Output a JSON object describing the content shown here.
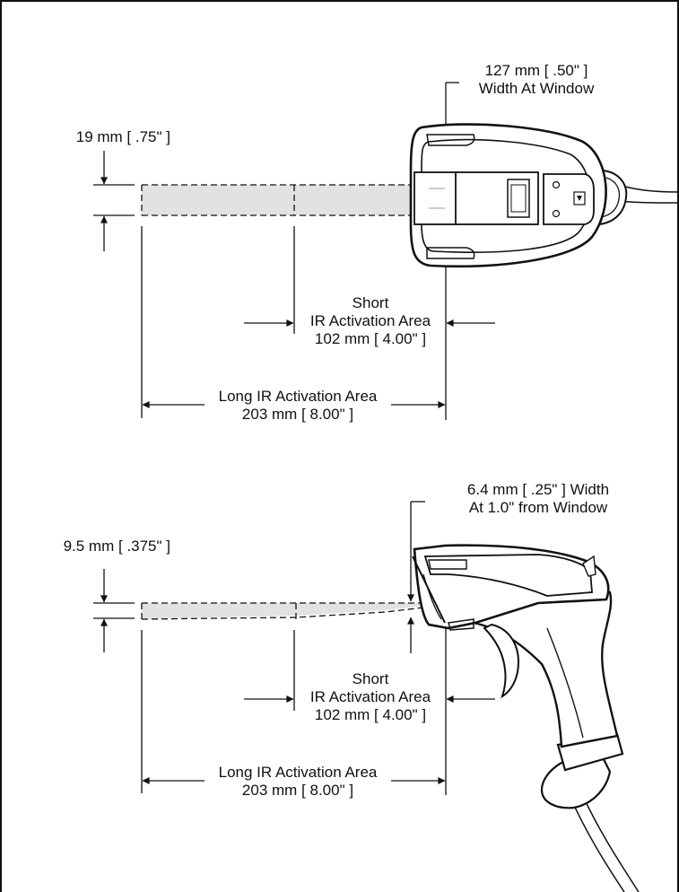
{
  "top_view": {
    "beam_height": "19 mm [ .75\" ]",
    "window_width": {
      "line1": "127 mm [ .50\" ]",
      "line2": "Width At Window"
    },
    "short_area": {
      "line1": "Short",
      "line2": "IR Activation Area",
      "line3": "102 mm [ 4.00\" ]"
    },
    "long_area": {
      "line1": "Long IR Activation Area",
      "line2": "203 mm [ 8.00\" ]"
    }
  },
  "side_view": {
    "beam_height": "9.5 mm [ .375\" ]",
    "window_width": {
      "line1": "6.4 mm [ .25\" ] Width",
      "line2": "At 1.0\" from Window"
    },
    "short_area": {
      "line1": "Short",
      "line2": "IR Activation Area",
      "line3": "102 mm [ 4.00\" ]"
    },
    "long_area": {
      "line1": "Long IR Activation Area",
      "line2": "203 mm [ 8.00\" ]"
    }
  },
  "colors": {
    "ink": "#111111",
    "beam_fill": "#e2e2e2",
    "dashed_guide": "#aaaaaa"
  }
}
